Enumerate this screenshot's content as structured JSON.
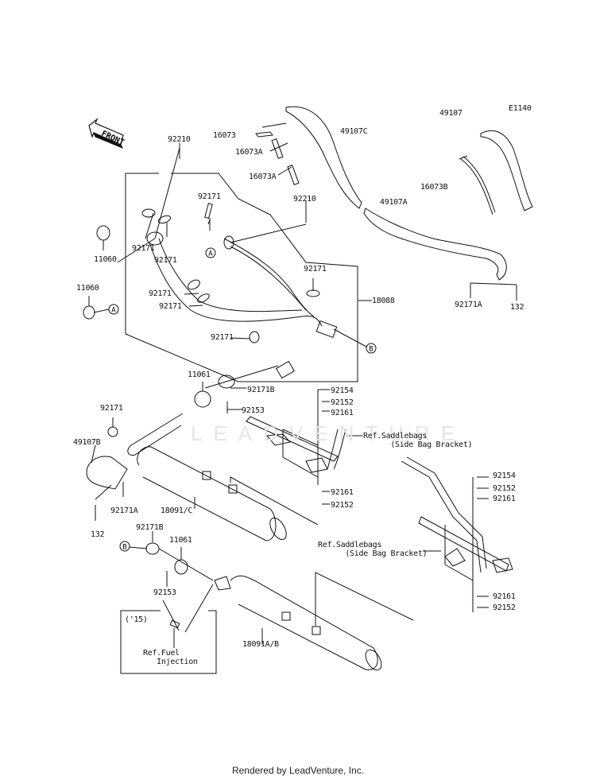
{
  "diagram": {
    "code": "E1140",
    "front_arrow_label": "FRONT",
    "watermark": "LEADVENTURE",
    "footer": "Rendered by LeadVenture, Inc.",
    "callouts": {
      "A": "A",
      "B": "B"
    },
    "inset": {
      "year": "('15)",
      "ref": "Ref.Fuel\n   Injection"
    },
    "refs": {
      "saddlebag_upper": "Ref.Saddlebags\n      (Side Bag Bracket)",
      "saddlebag_lower": "Ref.Saddlebags\n      (Side Bag Bracket)"
    },
    "parts": [
      {
        "id": "p1",
        "number": "92210"
      },
      {
        "id": "p2",
        "number": "16073"
      },
      {
        "id": "p3",
        "number": "16073A"
      },
      {
        "id": "p4",
        "number": "16073A"
      },
      {
        "id": "p5",
        "number": "49107C"
      },
      {
        "id": "p6",
        "number": "49107"
      },
      {
        "id": "p7",
        "number": "16073B"
      },
      {
        "id": "p8",
        "number": "92171"
      },
      {
        "id": "p9",
        "number": "92210"
      },
      {
        "id": "p10",
        "number": "49107A"
      },
      {
        "id": "p11",
        "number": "92171"
      },
      {
        "id": "p12",
        "number": "92171"
      },
      {
        "id": "p13",
        "number": "11060"
      },
      {
        "id": "p14",
        "number": "92171A"
      },
      {
        "id": "p15",
        "number": "132"
      },
      {
        "id": "p16",
        "number": "92171"
      },
      {
        "id": "p17",
        "number": "11060"
      },
      {
        "id": "p18",
        "number": "92171"
      },
      {
        "id": "p19",
        "number": "92171"
      },
      {
        "id": "p20",
        "number": "18088"
      },
      {
        "id": "p21",
        "number": "92171"
      },
      {
        "id": "p22",
        "number": "11061"
      },
      {
        "id": "p23",
        "number": "92171B"
      },
      {
        "id": "p24",
        "number": "92154"
      },
      {
        "id": "p25",
        "number": "92152"
      },
      {
        "id": "p26",
        "number": "92153"
      },
      {
        "id": "p27",
        "number": "92161"
      },
      {
        "id": "p28",
        "number": "92171"
      },
      {
        "id": "p29",
        "number": "49107B"
      },
      {
        "id": "p30",
        "number": "92171A"
      },
      {
        "id": "p31",
        "number": "18091/C"
      },
      {
        "id": "p32",
        "number": "92161"
      },
      {
        "id": "p33",
        "number": "92152"
      },
      {
        "id": "p34",
        "number": "132"
      },
      {
        "id": "p35",
        "number": "92154"
      },
      {
        "id": "p36",
        "number": "92152"
      },
      {
        "id": "p37",
        "number": "92161"
      },
      {
        "id": "p38",
        "number": "92171B"
      },
      {
        "id": "p39",
        "number": "11061"
      },
      {
        "id": "p40",
        "number": "92153"
      },
      {
        "id": "p41",
        "number": "92161"
      },
      {
        "id": "p42",
        "number": "92152"
      },
      {
        "id": "p43",
        "number": "18091A/B"
      }
    ]
  }
}
